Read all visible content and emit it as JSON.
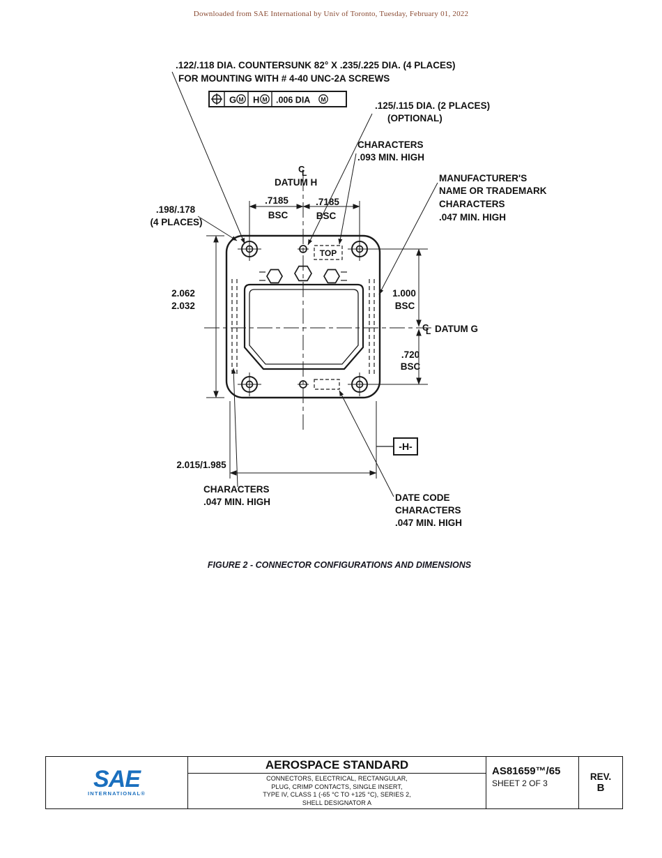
{
  "page": {
    "header_note": "Downloaded from SAE International by Univ of Toronto, Tuesday, February 01, 2022",
    "figure_caption": "FIGURE 2 - CONNECTOR CONFIGURATIONS AND DIMENSIONS"
  },
  "drawing": {
    "callouts": {
      "countersink_line1": ".122/.118 DIA. COUNTERSUNK 82° X .235/.225 DIA. (4 PLACES)",
      "countersink_line2": "FOR MOUNTING WITH # 4-40 UNC-2A SCREWS",
      "dia_small": ".125/.115 DIA. (2 PLACES)",
      "dia_small_note": "(OPTIONAL)",
      "characters_top_line1": "CHARACTERS",
      "characters_top_line2": ".093 MIN. HIGH",
      "manufacturer_line1": "MANUFACTURER'S",
      "manufacturer_line2": "NAME OR TRADEMARK",
      "manufacturer_line3": "CHARACTERS",
      "manufacturer_line4": ".047 MIN. HIGH",
      "corner_line1": ".198/.178",
      "corner_line2": "(4 PLACES)",
      "characters_bottom_line1": "CHARACTERS",
      "characters_bottom_line2": ".047 MIN. HIGH",
      "date_code_line1": "DATE CODE",
      "date_code_line2": "CHARACTERS",
      "date_code_line3": ".047 MIN. HIGH"
    },
    "feature_control_frame": {
      "tolerance": ".006 DIA",
      "datum_primary": "G",
      "datum_secondary": "H",
      "modifier": "M"
    },
    "datums": {
      "datum_h_label": "DATUM H",
      "datum_g_label": "DATUM G",
      "datum_h_flag": "-H-",
      "centerline_c": "C",
      "centerline_l": "L"
    },
    "dimensions": {
      "bsc_left": ".7185",
      "bsc_left_unit": "BSC",
      "bsc_right": ".7185",
      "bsc_right_unit": "BSC",
      "height_max": "2.062",
      "height_min": "2.032",
      "vert_upper": "1.000",
      "vert_upper_unit": "BSC",
      "vert_lower": ".720",
      "vert_lower_unit": "BSC",
      "width": "2.015/1.985"
    },
    "labels": {
      "top_marking": "TOP"
    }
  },
  "footer": {
    "logo_text": "SAE",
    "logo_subtext": "INTERNATIONAL®",
    "standard_type": "AEROSPACE STANDARD",
    "subtitle_lines": [
      "CONNECTORS, ELECTRICAL, RECTANGULAR,",
      "PLUG, CRIMP CONTACTS, SINGLE INSERT,",
      "TYPE IV, CLASS 1 (-65 °C TO +125 °C), SERIES 2,",
      "SHELL DESIGNATOR A"
    ],
    "document_number": "AS81659™/65",
    "sheet": "SHEET 2 OF 3",
    "rev_label": "REV.",
    "rev_value": "B"
  },
  "colors": {
    "ink": "#1a1a1a",
    "header_note": "#8a4a32",
    "sae_blue": "#1a6fbe"
  }
}
